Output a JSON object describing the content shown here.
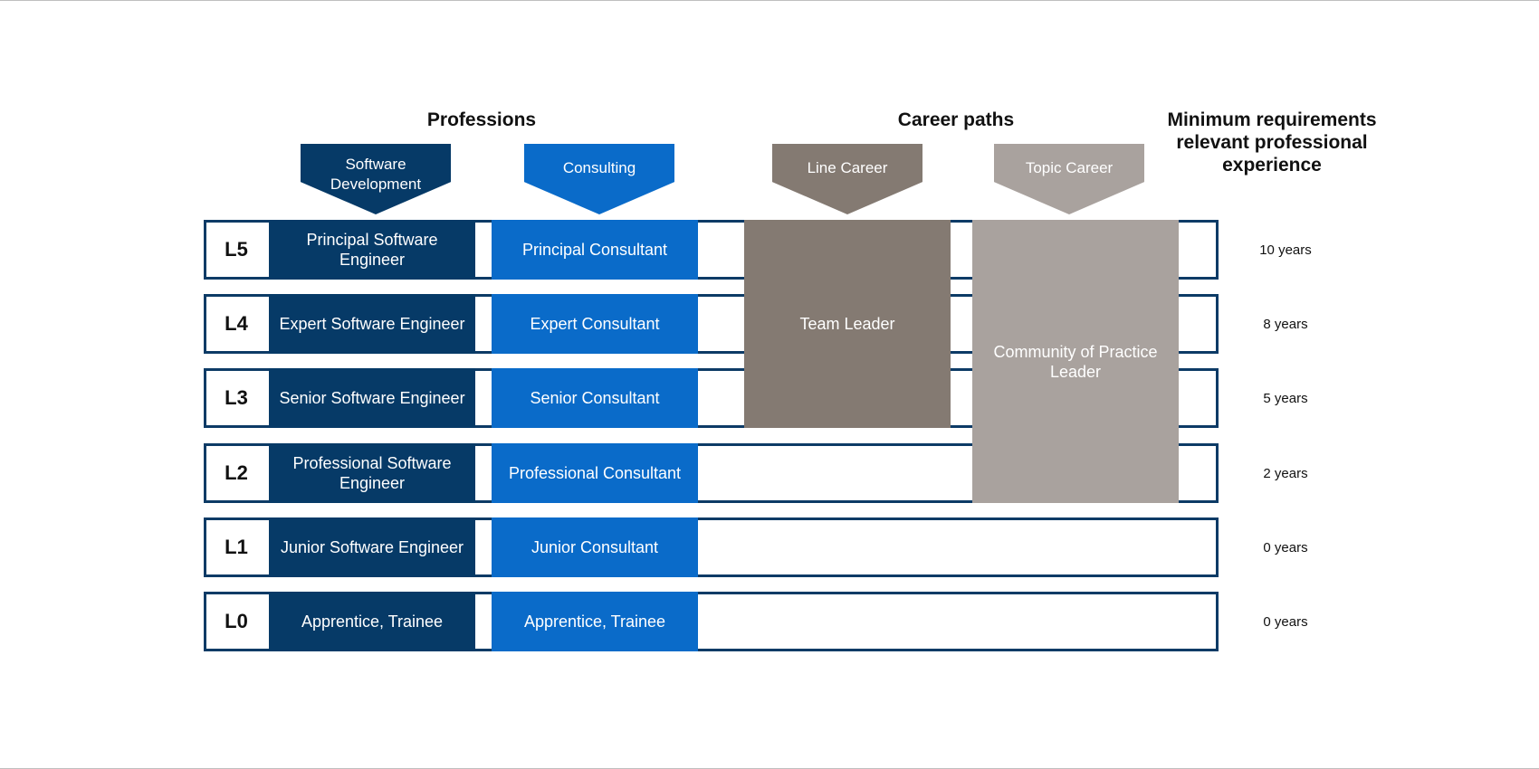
{
  "headers": {
    "professions": "Professions",
    "career_paths": "Career paths",
    "min_requirements": "Minimum requirements relevant professional experience"
  },
  "columns": {
    "software_development": "Software Development",
    "consulting": "Consulting",
    "line_career": "Line Career",
    "topic_career": "Topic Career"
  },
  "career_boxes": {
    "line": "Team Leader",
    "topic": "Community of Practice Leader"
  },
  "levels": [
    {
      "level": "L5",
      "software": "Principal Software Engineer",
      "consulting": "Principal Consultant",
      "years": "10 years"
    },
    {
      "level": "L4",
      "software": "Expert Software Engineer",
      "consulting": "Expert Consultant",
      "years": "8 years"
    },
    {
      "level": "L3",
      "software": "Senior Software Engineer",
      "consulting": "Senior Consultant",
      "years": "5 years"
    },
    {
      "level": "L2",
      "software": "Professional Software Engineer",
      "consulting": "Professional Consultant",
      "years": "2 years"
    },
    {
      "level": "L1",
      "software": "Junior Software Engineer",
      "consulting": "Junior Consultant",
      "years": "0 years"
    },
    {
      "level": "L0",
      "software": "Apprentice, Trainee",
      "consulting": "Apprentice, Trainee",
      "years": "0 years"
    }
  ],
  "colors": {
    "software": "#063a67",
    "consulting": "#0a6bc9",
    "line_career": "#847a72",
    "topic_career": "#a9a29e",
    "row_border": "#0d3b66"
  }
}
